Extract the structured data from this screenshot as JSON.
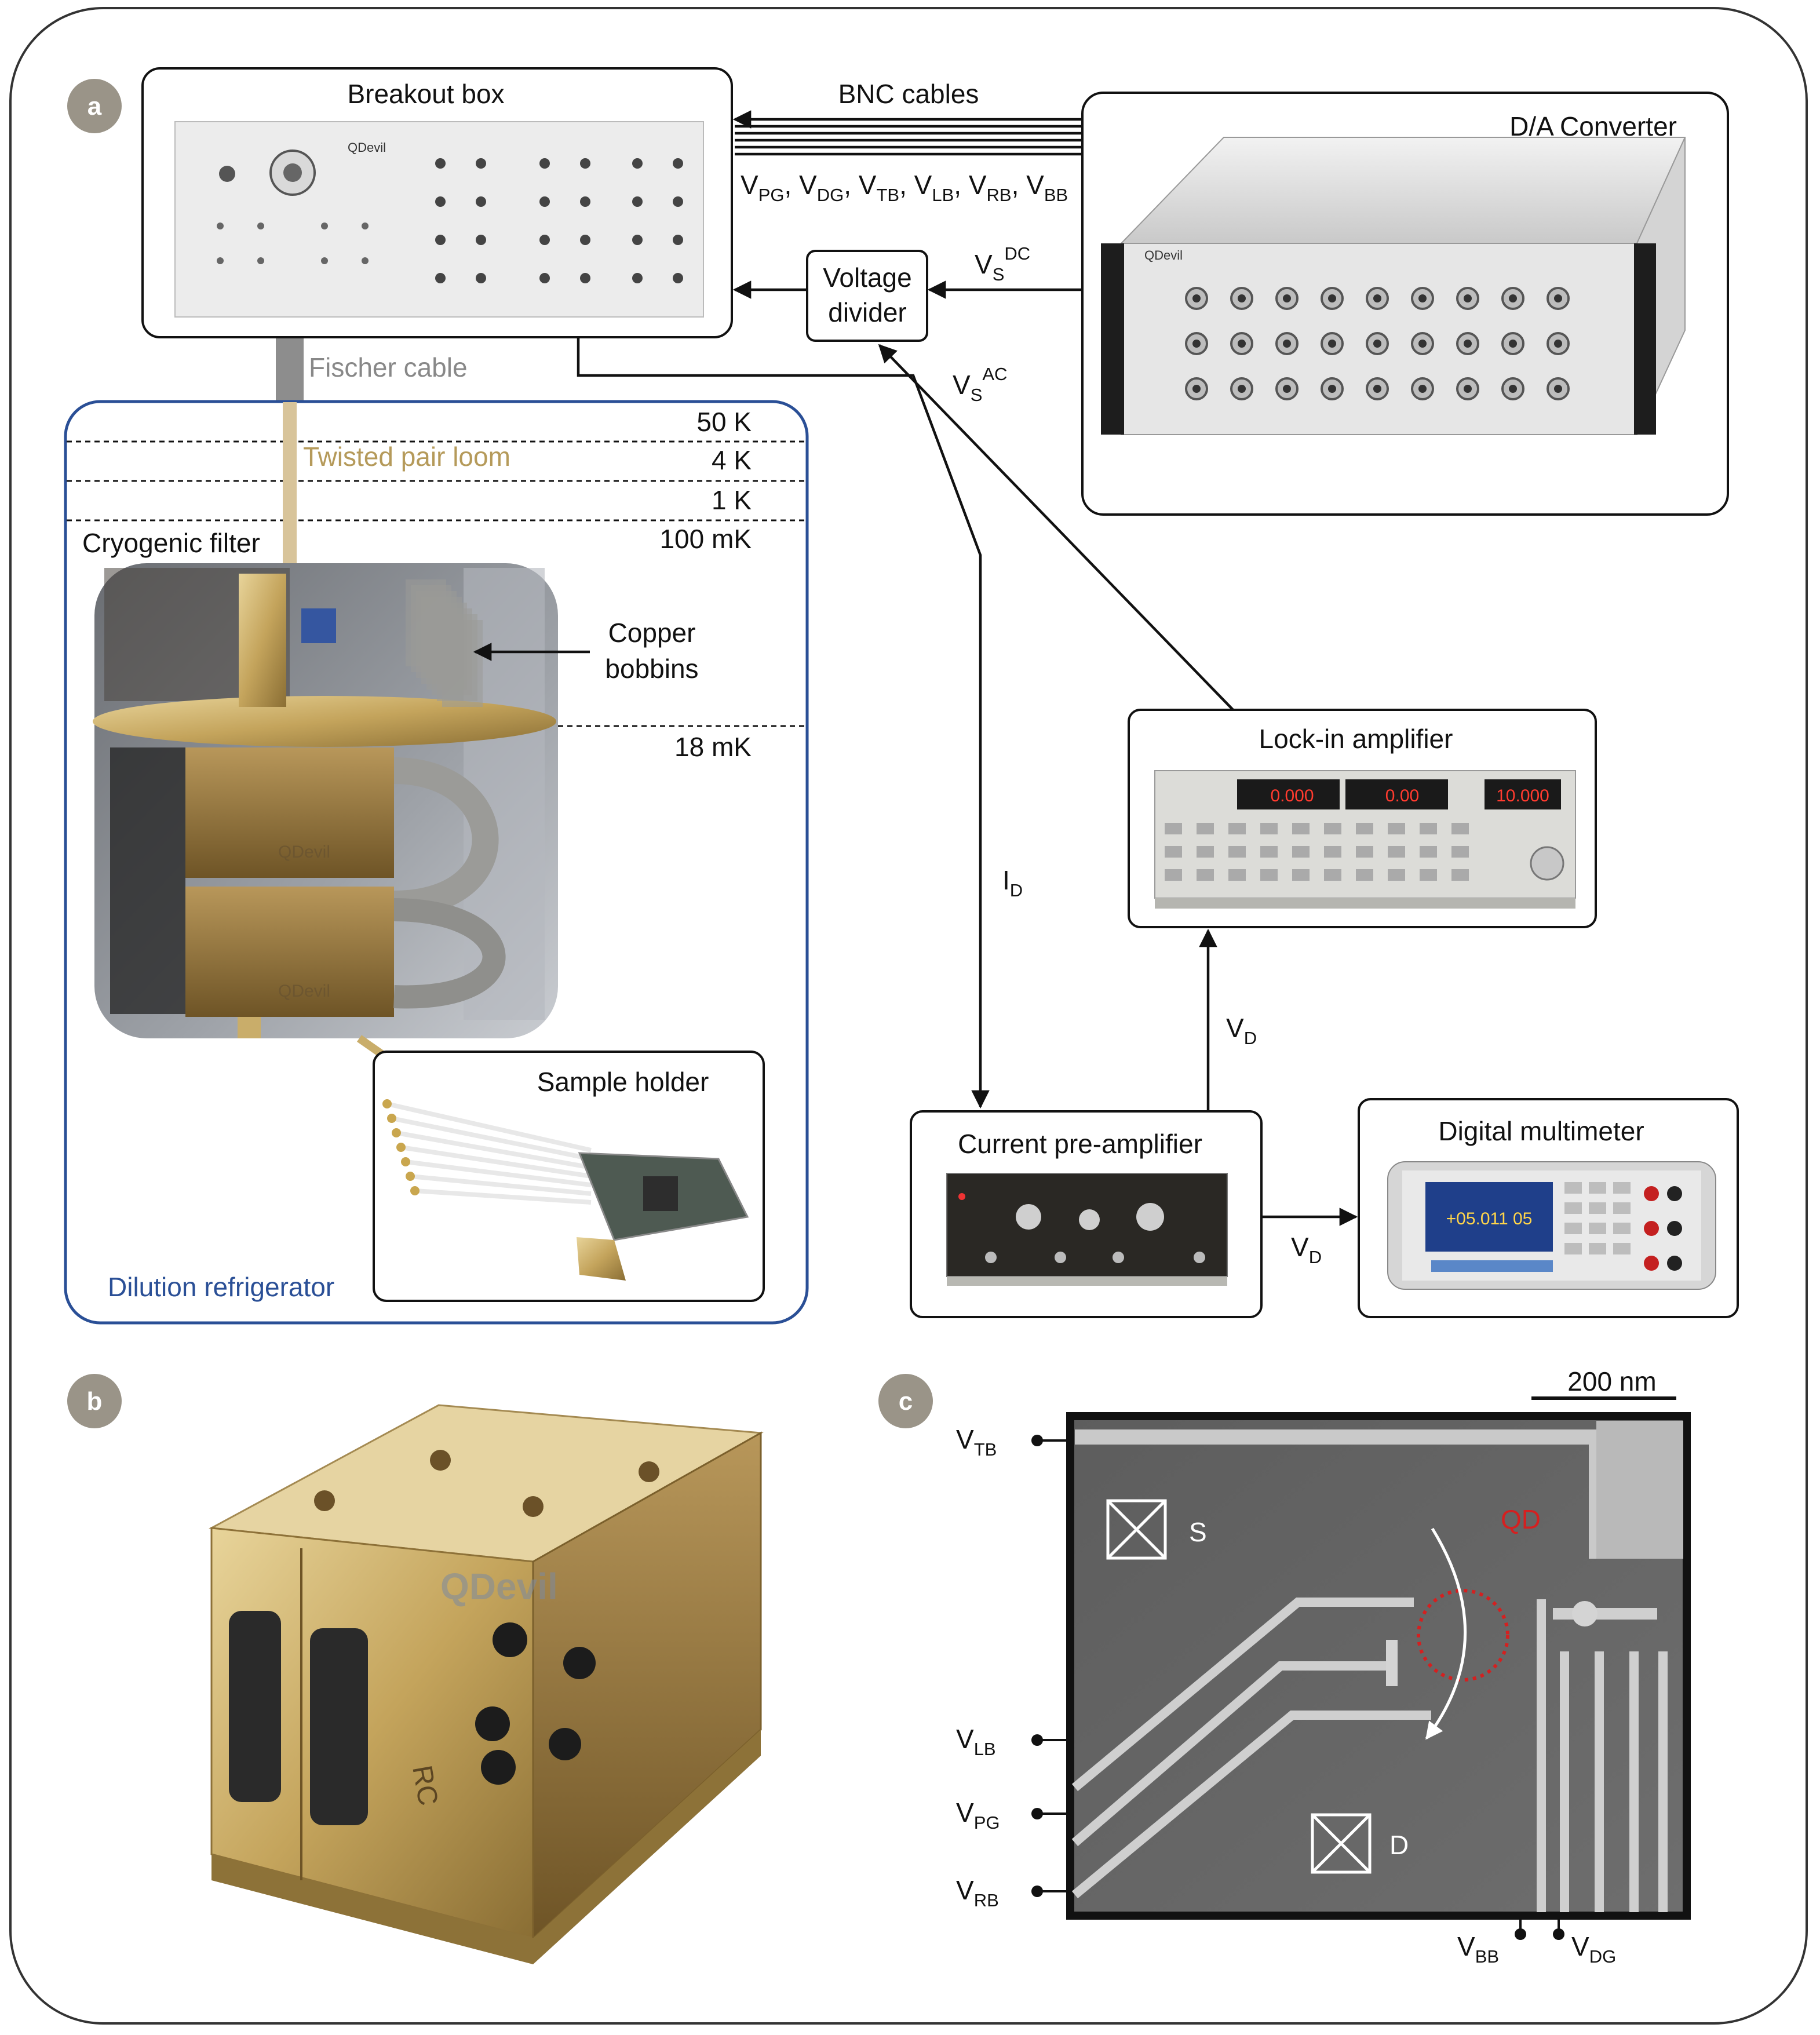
{
  "panels": {
    "a": "a",
    "b": "b",
    "c": "c"
  },
  "instruments": {
    "breakout_box": "Breakout box",
    "da_converter": "D/A Converter",
    "voltage_divider_line1": "Voltage",
    "voltage_divider_line2": "divider",
    "lockin": "Lock-in amplifier",
    "preamp": "Current pre-amplifier",
    "multimeter": "Digital multimeter",
    "sample_holder": "Sample holder"
  },
  "cables": {
    "bnc": "BNC cables",
    "fischer": "Fischer cable",
    "twisted_pair": "Twisted pair loom"
  },
  "signals": {
    "v": "V",
    "i": "I",
    "sep": ", ",
    "gates": [
      "PG",
      "DG",
      "TB",
      "LB",
      "RB",
      "BB"
    ],
    "s": "S",
    "dc": "DC",
    "ac": "AC",
    "d": "D"
  },
  "fridge": {
    "title": "Dilution refrigerator",
    "stages": [
      "50 K",
      "4 K",
      "1 K",
      "100 mK",
      "18 mK"
    ],
    "cryo_filter": "Cryogenic filter",
    "copper_line1": "Copper",
    "copper_line2": "bobbins"
  },
  "sem": {
    "scale": "200 nm",
    "source": "S",
    "drain": "D",
    "qd": "QD",
    "gate_left": [
      "TB",
      "LB",
      "PG",
      "RB"
    ],
    "gate_bottom": [
      "BB",
      "DG"
    ]
  },
  "brand": {
    "logo": "QDevil",
    "rc_mark": "RC",
    "dmm_reading": "+05.011 05",
    "lockin_reading1": "0.000",
    "lockin_reading2": "0.00",
    "lockin_reading3": "10.000"
  },
  "colors": {
    "gold": "#b59a5a",
    "blue": "#2a4f96",
    "red": "#d42020",
    "badge": "#9a9488"
  }
}
